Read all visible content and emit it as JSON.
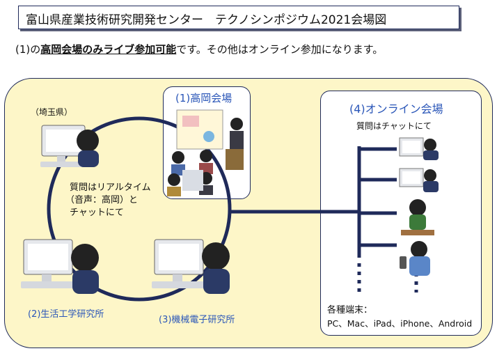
{
  "title": "富山県産業技術研究開発センター　テクノシンポジウム2021会場図",
  "intro": {
    "prefix": "(1)の",
    "emphasis": "高岡会場のみライブ参加可能",
    "suffix": "です。その他はオンライン参加になります。"
  },
  "venues": {
    "saitama": "（埼玉県）",
    "takaoka": "(1)高岡会場",
    "seikatsu": "(2)生活工学研究所",
    "kikai": "(3)機械電子研究所",
    "online": "(4)オンライン会場"
  },
  "notes": {
    "realtime_line1": "質問はリアルタイム",
    "realtime_line2": "（音声：高岡）と",
    "realtime_line3": "チャットにて",
    "online_chat": "質問はチャットにて"
  },
  "devices": {
    "label": "各種端末：",
    "list": "PC、Mac、iPad、iPhone、Android"
  },
  "colors": {
    "navy": "#1f2a5a",
    "accent_blue": "#2a56b8",
    "background": "#fdf6c8"
  }
}
